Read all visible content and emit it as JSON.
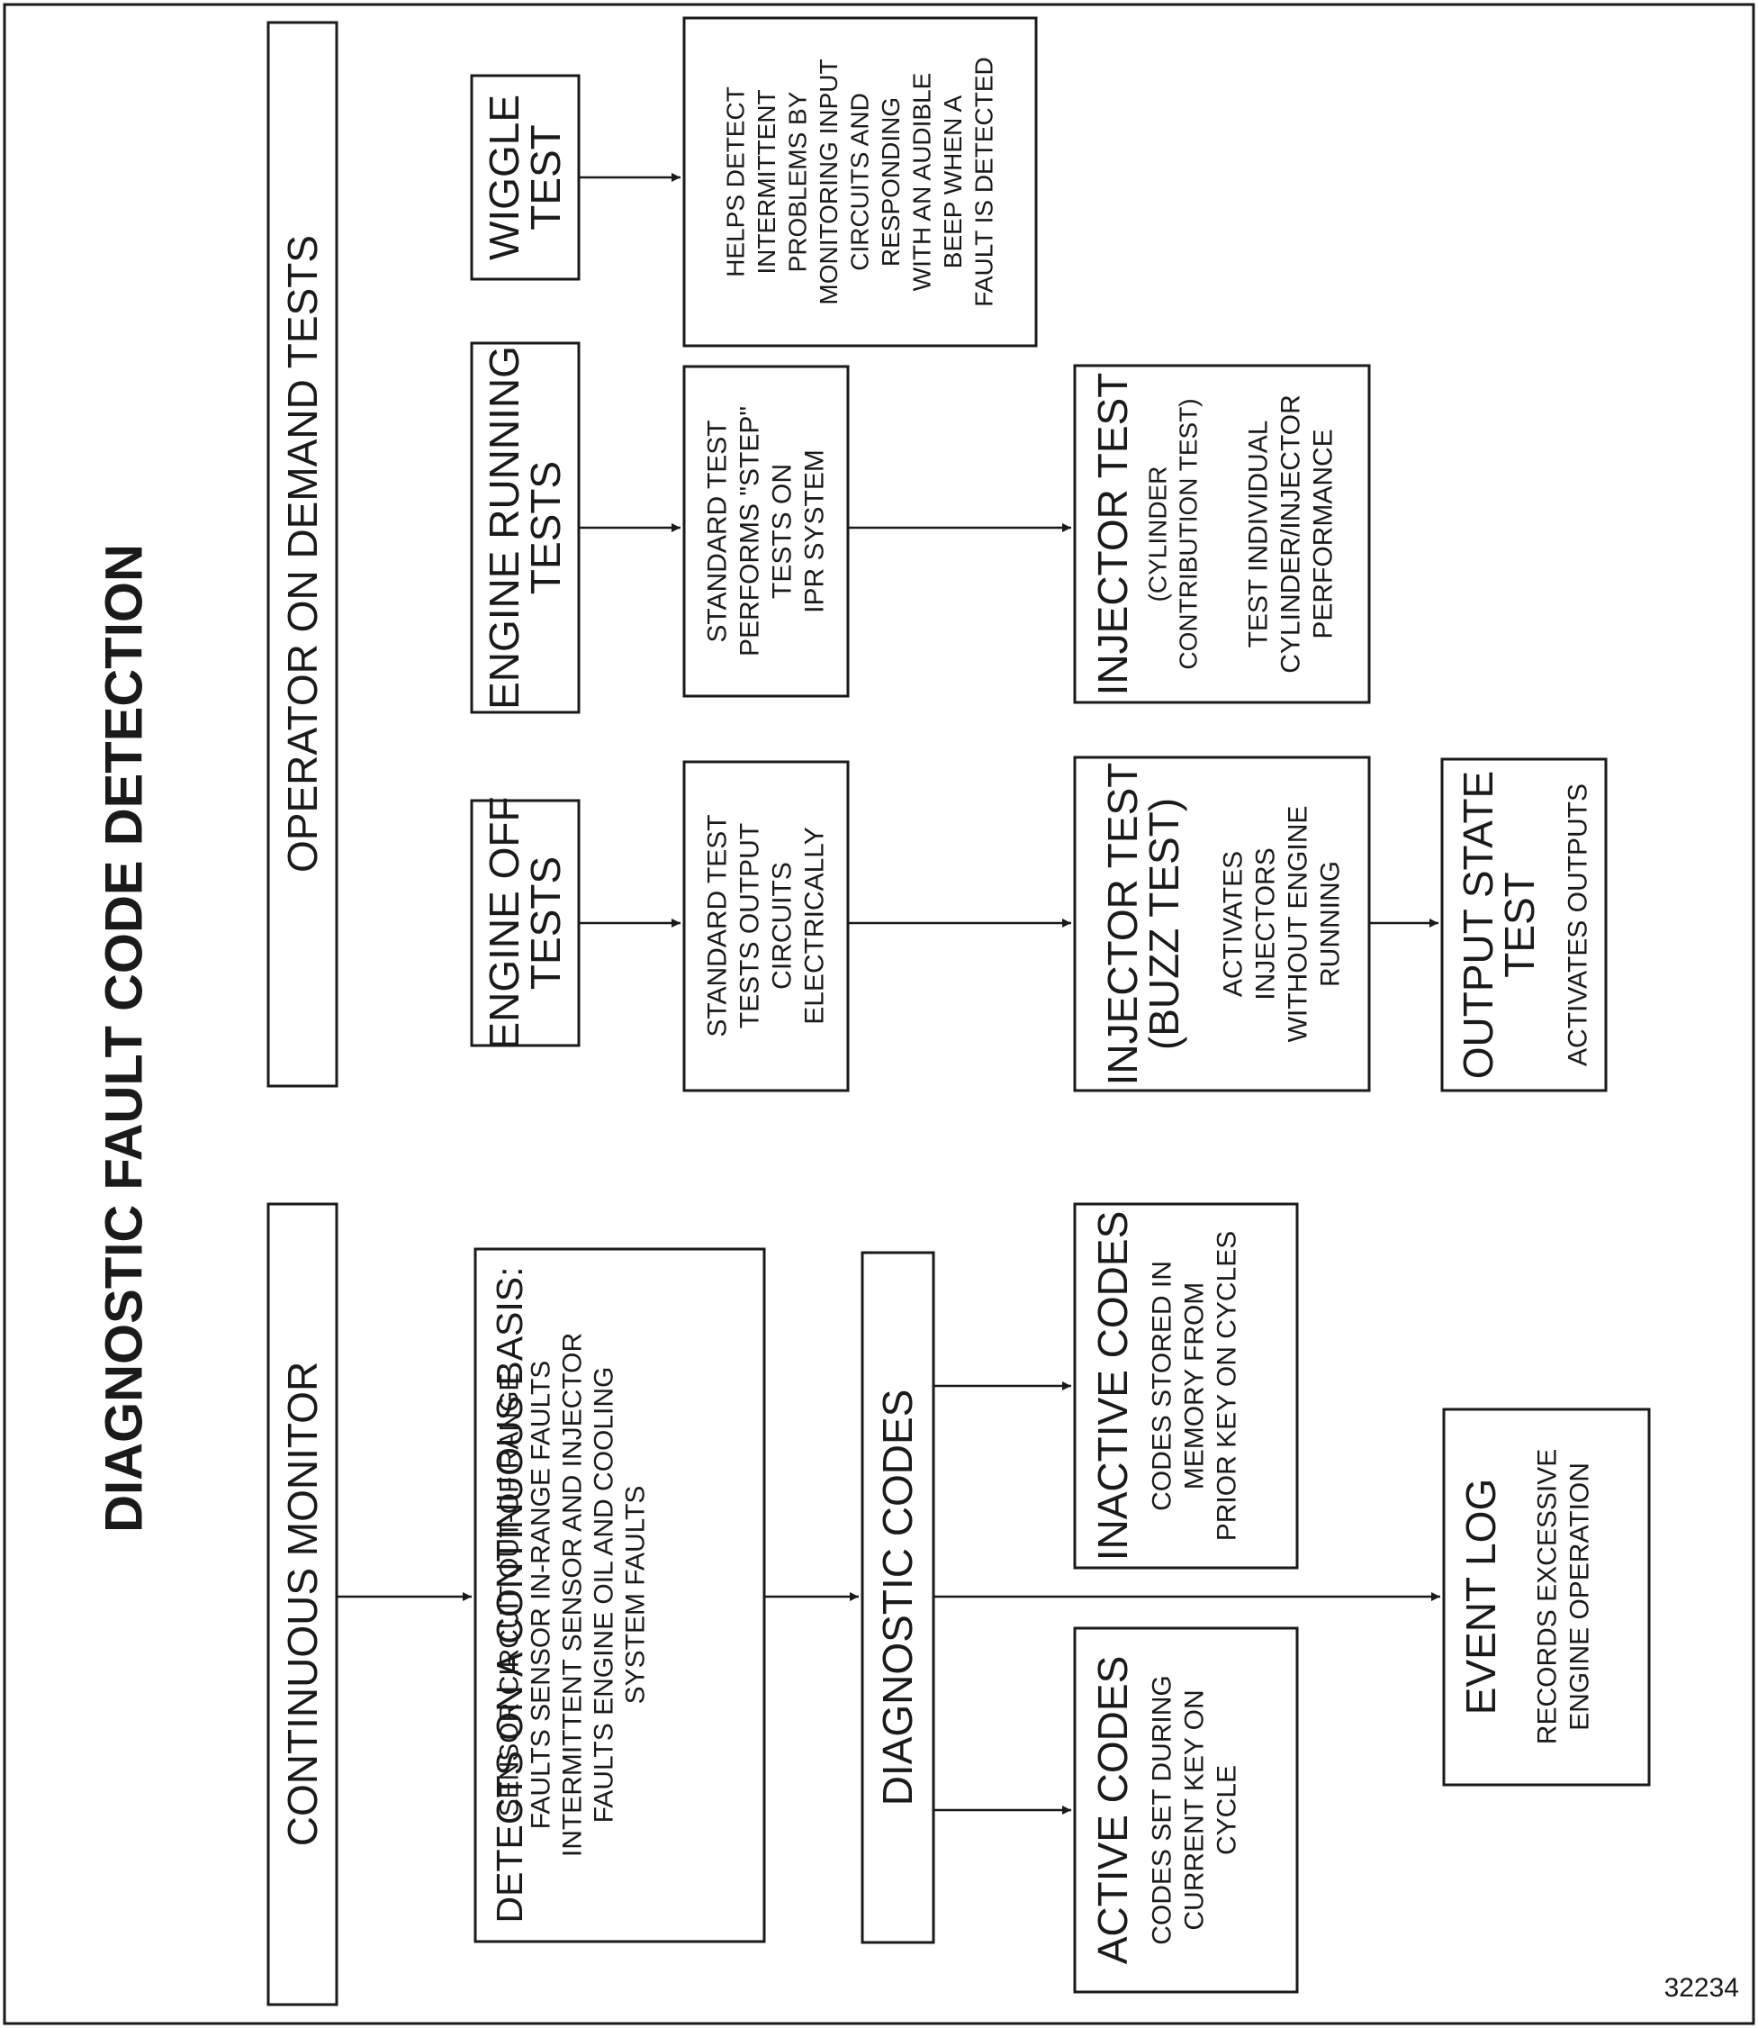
{
  "title": "DIAGNOSTIC FAULT CODE DETECTION",
  "figure_number": "32234",
  "nodes": {
    "continuous_monitor": {
      "label": "CONTINUOUS MONITOR"
    },
    "detects": {
      "heading": "DETECTS ON A CONTINUOUS BASIS:",
      "lines": [
        "SENSOR CIRCUIT OUT-OF RANGE",
        "FAULTS SENSOR IN-RANGE FAULTS",
        "INTERMITTENT SENSOR AND INJECTOR",
        "FAULTS ENGINE OIL AND COOLING",
        "SYSTEM FAULTS"
      ]
    },
    "diagnostic_codes": {
      "label": "DIAGNOSTIC CODES"
    },
    "inactive_codes": {
      "heading": "INACTIVE CODES",
      "lines": [
        "CODES STORED IN",
        "MEMORY FROM",
        "PRIOR KEY ON CYCLES"
      ]
    },
    "active_codes": {
      "heading": "ACTIVE CODES",
      "lines": [
        "CODES SET DURING",
        "CURRENT KEY ON",
        "CYCLE"
      ]
    },
    "event_log": {
      "heading": "EVENT LOG",
      "lines": [
        "RECORDS EXCESSIVE",
        "ENGINE OPERATION"
      ]
    },
    "operator_on_demand": {
      "label": "OPERATOR ON DEMAND TESTS"
    },
    "wiggle_test": {
      "lines": [
        "WIGGLE",
        "TEST"
      ]
    },
    "wiggle_desc": {
      "lines": [
        "HELPS DETECT",
        "INTERMITTENT",
        "PROBLEMS BY",
        "MONITORING INPUT",
        "CIRCUITS AND",
        "RESPONDING",
        "WITH AN AUDIBLE",
        "BEEP WHEN A",
        "FAULT IS DETECTED"
      ]
    },
    "engine_running": {
      "lines": [
        "ENGINE RUNNING",
        "TESTS"
      ]
    },
    "running_std": {
      "lines": [
        "STANDARD TEST",
        "PERFORMS \"STEP\"",
        "TESTS ON",
        "IPR SYSTEM"
      ]
    },
    "injector_cyl": {
      "heading": "INJECTOR TEST",
      "sub_lines": [
        "(CYLINDER",
        "CONTRIBUTION TEST)"
      ],
      "lines": [
        "TEST INDIVIDUAL",
        "CYLINDER/INJECTOR",
        "PERFORMANCE"
      ]
    },
    "engine_off": {
      "lines": [
        "ENGINE OFF",
        "TESTS"
      ]
    },
    "off_std": {
      "lines": [
        "STANDARD TEST",
        "TESTS OUTPUT",
        "CIRCUITS",
        "ELECTRICALLY"
      ]
    },
    "injector_buzz": {
      "heading_lines": [
        "INJECTOR TEST",
        "(BUZZ TEST)"
      ],
      "lines": [
        "ACTIVATES",
        "INJECTORS",
        "WITHOUT ENGINE",
        "RUNNING"
      ]
    },
    "output_state": {
      "heading_lines": [
        "OUTPUT STATE",
        "TEST"
      ],
      "lines": [
        "ACTIVATES OUTPUTS"
      ]
    }
  }
}
